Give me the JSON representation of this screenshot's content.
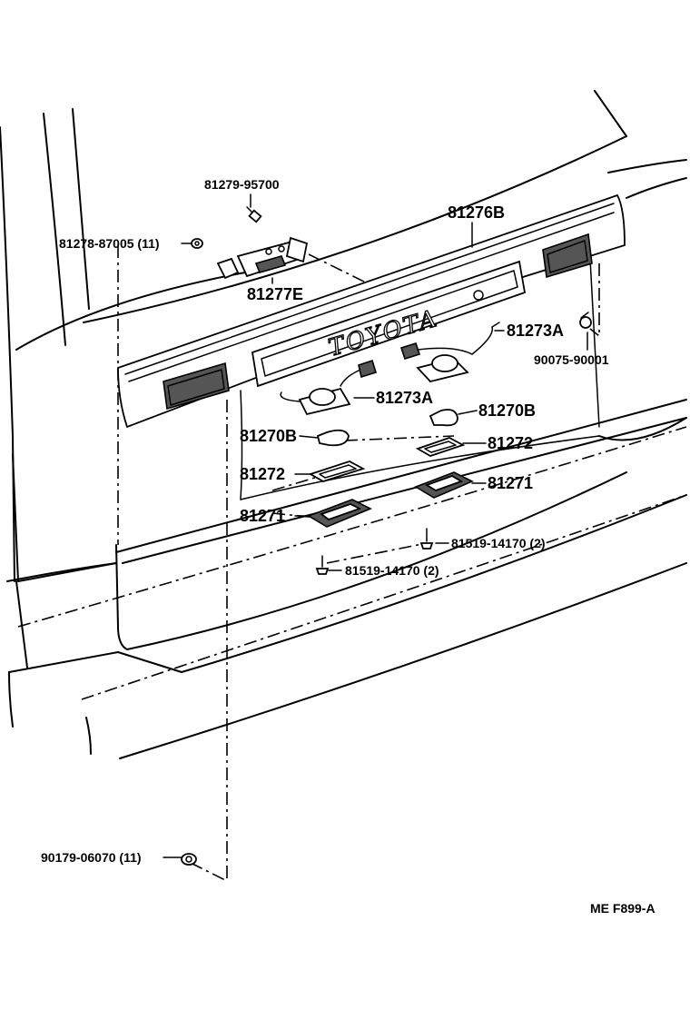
{
  "labels": {
    "p81279_95700": "81279-95700",
    "p81278_87005": "81278-87005 (11)",
    "p81276B": "81276B",
    "p81277E": "81277E",
    "p81273A_top": "81273A",
    "p90075_90001": "90075-90001",
    "p81273A_low": "81273A",
    "p81270B_right": "81270B",
    "p81270B_left": "81270B",
    "p81272_right": "81272",
    "p81272_left": "81272",
    "p81271_right": "81271",
    "p81271_left": "81271",
    "p81519_right": "81519-14170 (2)",
    "p81519_left": "81519-14170 (2)",
    "p90179_06070": "90179-06070 (11)"
  },
  "emblem_text": "TOYOTA",
  "figure_code": "ME  F899-A"
}
